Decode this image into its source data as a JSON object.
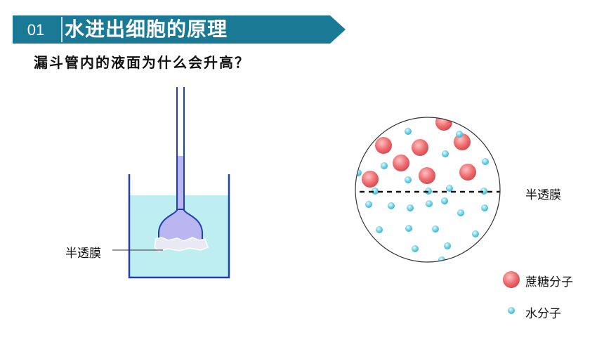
{
  "header": {
    "number": "01",
    "title": "水进出细胞的原理",
    "bar_color": "#1a7a96"
  },
  "question": "漏斗管内的液面为什么会升高？",
  "beaker": {
    "membrane_label": "半透膜",
    "solution_color": "#bfeef2",
    "funnel_color": "#b9b6f2",
    "outline_color": "#1f3fb4"
  },
  "zoom": {
    "membrane_label": "半透膜"
  },
  "legend": {
    "sucrose_label": "蔗糖分子",
    "water_label": "水分子",
    "sucrose_color": "#ef6f73",
    "water_color": "#6ed0e6"
  }
}
